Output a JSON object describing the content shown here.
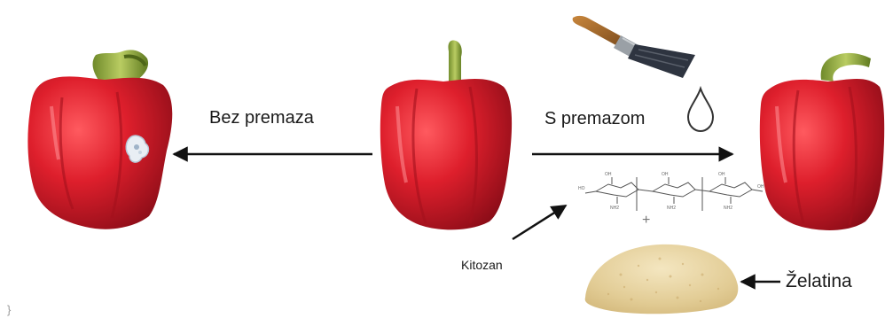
{
  "labels": {
    "without_coating": "Bez premaza",
    "with_coating": "S premazom",
    "chitosan": "Kitozan",
    "gelatin": "Želatina",
    "plus": "+",
    "brace": "}"
  },
  "icons": {
    "brush": "paint-brush-icon",
    "drop": "water-drop-icon",
    "molecule": "chitosan-structure-icon",
    "powder": "gelatin-powder-icon"
  },
  "colors": {
    "pepper_red": "#d81d2a",
    "pepper_dark": "#9a0f1b",
    "stem_green": "#8fa83a",
    "arrow": "#111111",
    "gelatin": "#e6d3a3"
  }
}
